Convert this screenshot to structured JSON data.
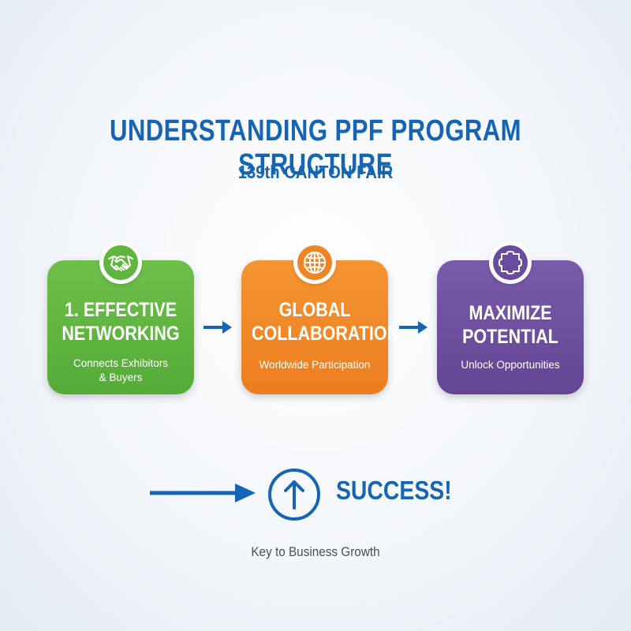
{
  "header": {
    "title": "UNDERSTANDING PPF PROGRAM STRUCTURE",
    "subtitle": "139th CANTON FAIR"
  },
  "steps": [
    {
      "title_line1": "1. EFFECTIVE",
      "title_line2": "NETWORKING",
      "desc_line1": "Connects Exhibitors",
      "desc_line2": "& Buyers",
      "icon": "handshake-icon",
      "color": "#5fb63f"
    },
    {
      "title_line1": "GLOBAL",
      "title_line2": "COLLABORATION",
      "desc_line1": "Worldwide Participation",
      "desc_line2": "",
      "icon": "globe-icon",
      "color": "#ef8424"
    },
    {
      "title_line1": "MAXIMIZE",
      "title_line2": "POTENTIAL",
      "desc_line1": "Unlock Opportunities",
      "desc_line2": "",
      "icon": "puzzle-icon",
      "color": "#6b4c9c"
    }
  ],
  "outcome": {
    "label": "SUCCESS!",
    "tagline": "Key to Business Growth",
    "icon": "arrow-up-circle-icon",
    "color": "#1565b4"
  }
}
